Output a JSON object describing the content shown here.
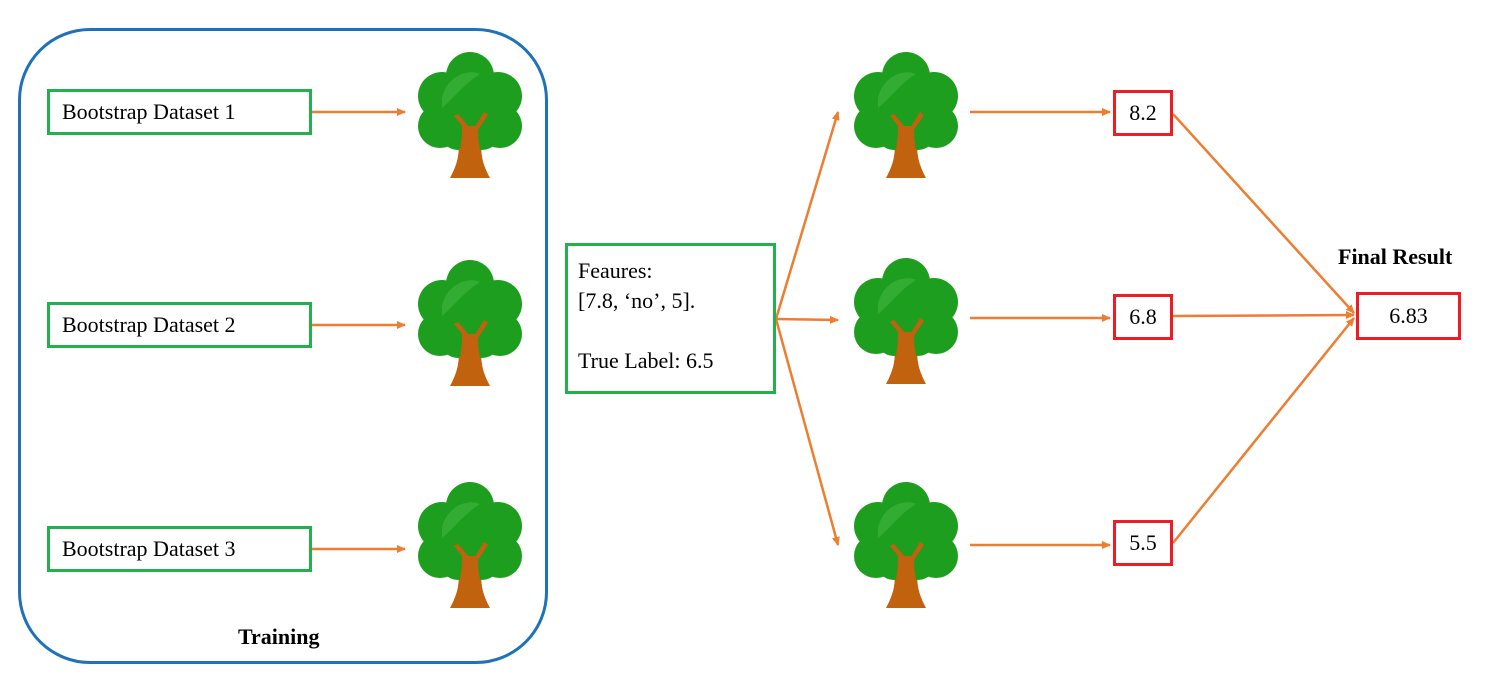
{
  "training": {
    "panel_label": "Training",
    "datasets": [
      {
        "label": "Bootstrap Dataset 1"
      },
      {
        "label": "Bootstrap Dataset 2"
      },
      {
        "label": "Bootstrap Dataset 3"
      }
    ]
  },
  "input": {
    "features_title": "Feaures:",
    "features_value": "[7.8, ‘no’, 5].",
    "true_label": "True Label: 6.5"
  },
  "predictions": [
    "8.2",
    "6.8",
    "5.5"
  ],
  "final": {
    "title": "Final Result",
    "value": "6.83"
  },
  "colors": {
    "arrow": "#ed7d31",
    "dataset_border": "#22b14c",
    "prediction_border": "#ee1c24",
    "panel_border": "#1f72b8",
    "tree_foliage": "#1e9e1e",
    "tree_trunk": "#c0620e"
  },
  "icons": [
    "tree-icon"
  ]
}
